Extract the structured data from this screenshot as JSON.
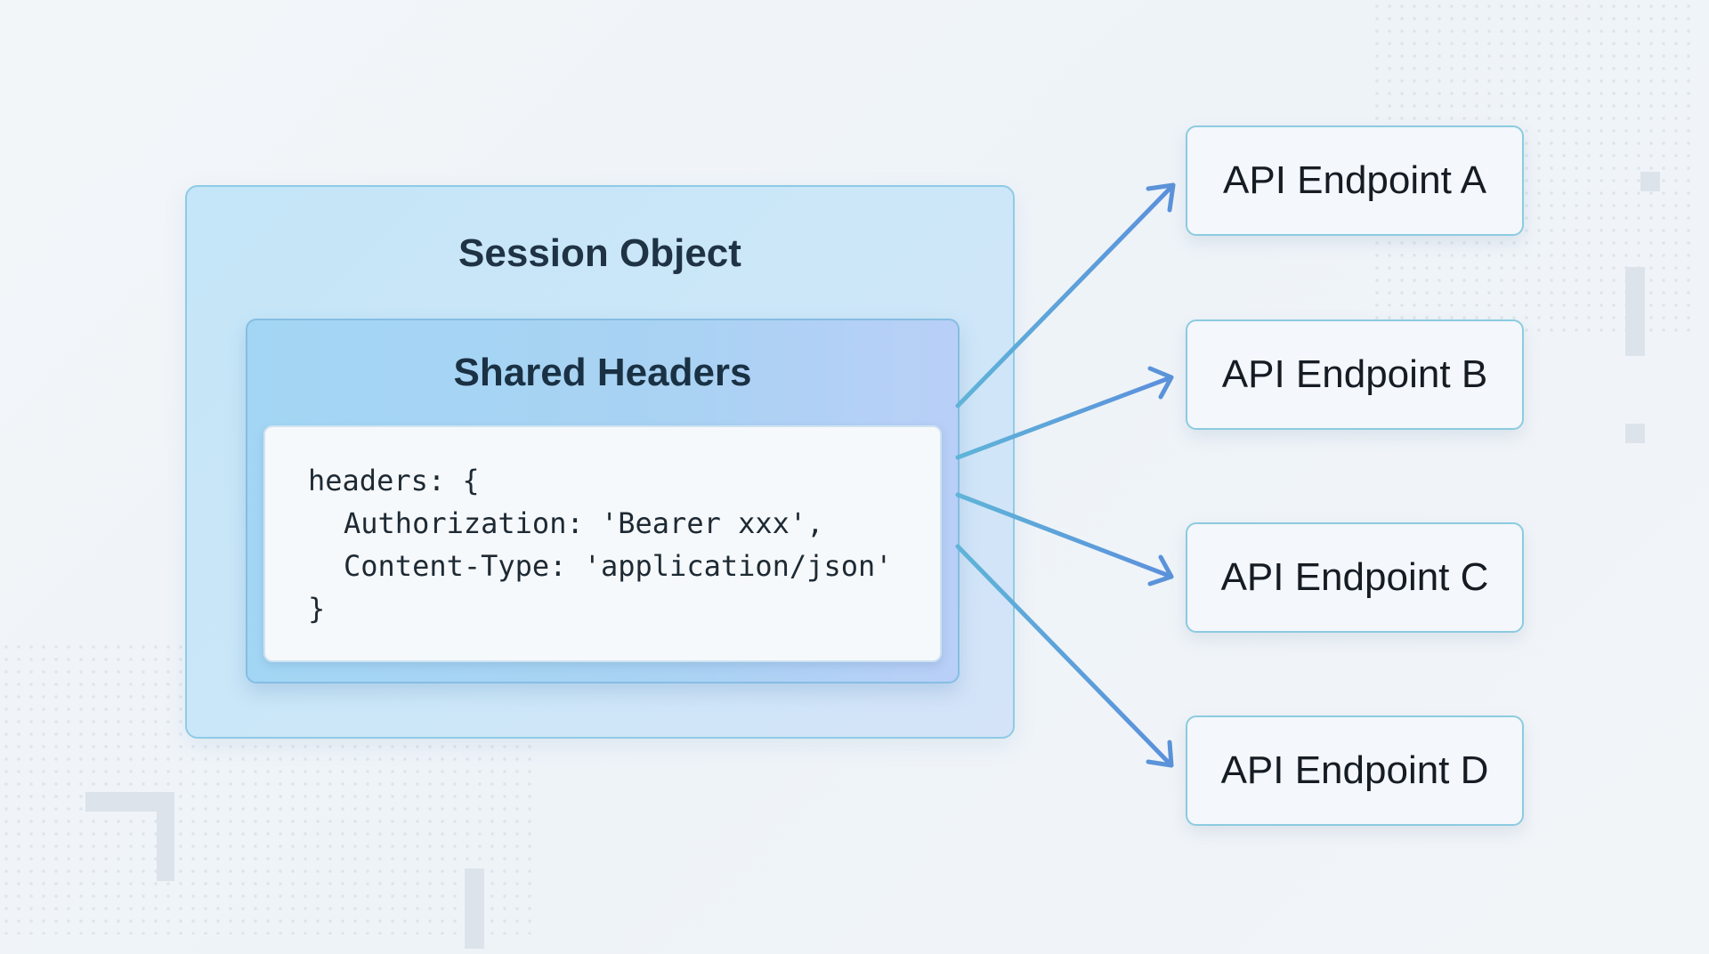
{
  "diagram": {
    "session": {
      "title": "Session Object"
    },
    "shared_headers": {
      "title": "Shared Headers",
      "code_lines": [
        "headers: {",
        "Authorization: 'Bearer xxx',",
        "Content-Type: 'application/json'",
        "}"
      ]
    },
    "endpoints": [
      {
        "label": "API Endpoint A"
      },
      {
        "label": "API Endpoint B"
      },
      {
        "label": "API Endpoint C"
      },
      {
        "label": "API Endpoint D"
      }
    ],
    "edges": [
      {
        "from": "Shared Headers",
        "to": "API Endpoint A"
      },
      {
        "from": "Shared Headers",
        "to": "API Endpoint B"
      },
      {
        "from": "Shared Headers",
        "to": "API Endpoint C"
      },
      {
        "from": "Shared Headers",
        "to": "API Endpoint D"
      }
    ],
    "colors": {
      "arrow": "#5b93d8",
      "arrow_start": "#5fb4d8",
      "title_text": "#1f3344"
    }
  }
}
